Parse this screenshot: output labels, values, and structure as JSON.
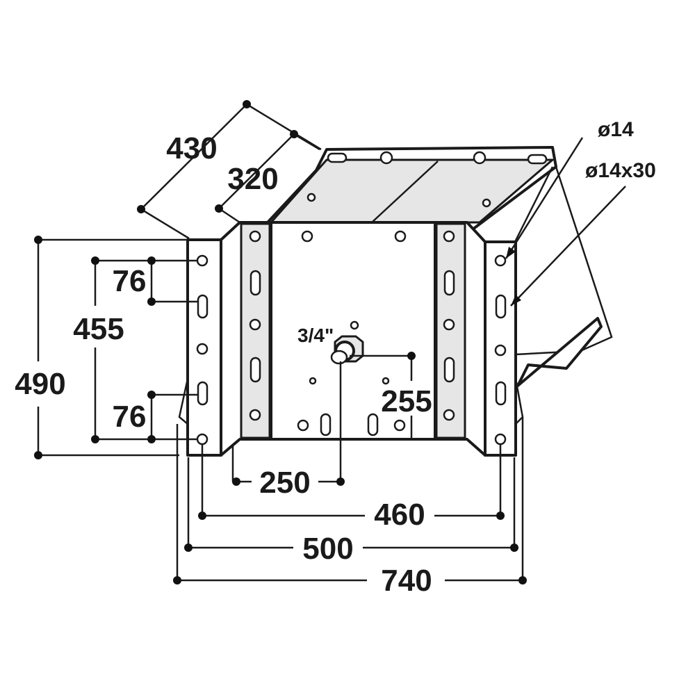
{
  "dimensions": {
    "d430": "430",
    "d320": "320",
    "d490": "490",
    "d455": "455",
    "d76_top": "76",
    "d76_bottom": "76",
    "d255": "255",
    "d250": "250",
    "d460": "460",
    "d500": "500",
    "d740": "740"
  },
  "callouts": {
    "hole": "ø14",
    "slot": "ø14x30",
    "fitting_main": "3/4",
    "fitting_tail": "\""
  },
  "colors": {
    "line": "#1a1a1a",
    "shade": "#e6e6e6",
    "background": "#ffffff"
  }
}
